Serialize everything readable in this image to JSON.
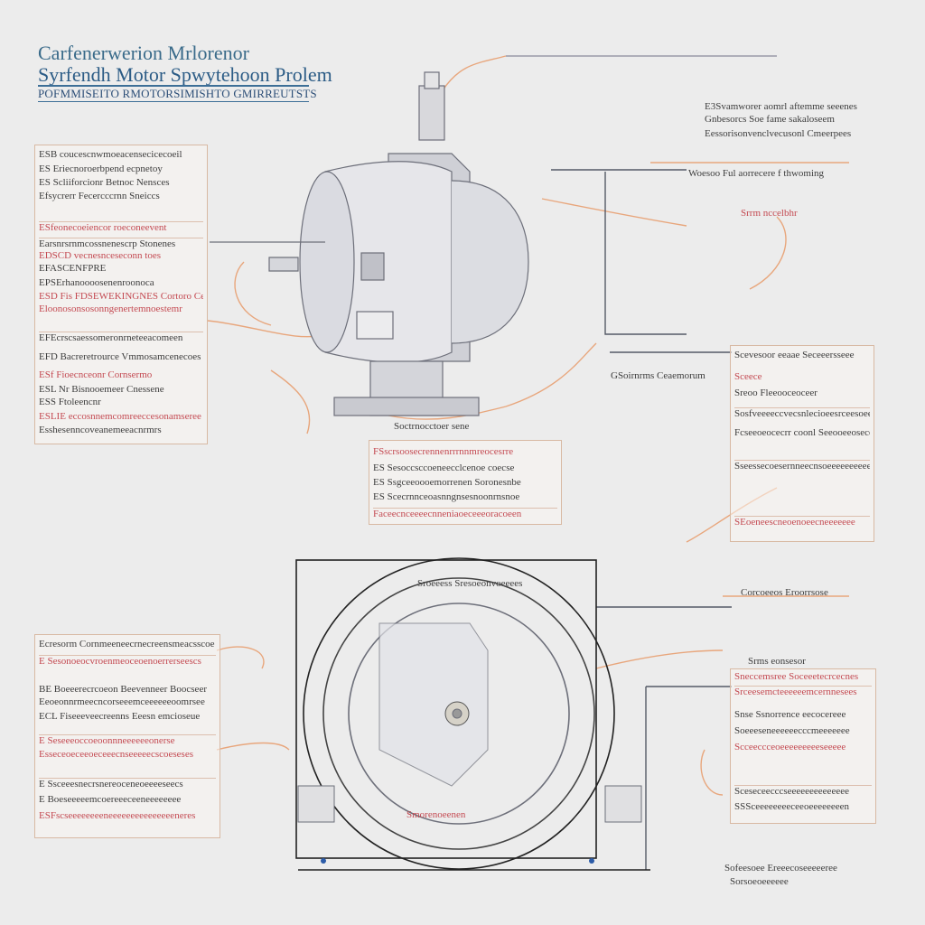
{
  "header": {
    "title_line1": "Carfenerwerion Mrlorenor",
    "title_line2": "Syrfendh Motor Spwytehoon Prolem",
    "subtitle": "POFMMISEITO RMOTORSIMISHTO GMIRREUTSTS"
  },
  "colors": {
    "background": "#ececec",
    "title": "#2c5c86",
    "wire_orange": "#e8a67c",
    "annotation_red": "#c44a52",
    "panel_border": "#d8b9a3",
    "leader_dark": "#555a66"
  },
  "top_callouts": [
    "E3Svamworer aomrl aftemme seeenes",
    "Gnbesorcs Soe fame sakaloseem",
    "Eessorisonvenclvecusonl Cmeerpees",
    "Woesoo Ful aorrecere f thwoming",
    "GSoirnrms Ceaemorum",
    "Srrm nccelbhr",
    "Soctrnocctoer sene"
  ],
  "panel_left_top": {
    "rows": [
      "ESB  coucescnwmoeacensecicecoeil",
      "ES  Eriecnoroerbpend ecpnetoy",
      "ES  Scliiforcionr  Betnoc Nensces",
      "Efsycrerr Fecercccrnn Sneiccs",
      "ESfeonecoeiencor roeconeevent",
      "Earsnrsrnmcossnenescrp Stonenes",
      "EDSCD  vecnesnceseconn toes",
      "EFASCENFPRE",
      "EPSErhanoooosenenroonoca",
      "ESD  Fis  FDSEWEKINGNES Cortoro  Ceoas",
      "Eloonosonsosonngenertemnoestemr",
      "EFEcrscsaessomeronrneteeacomeen",
      "EFD  Bacreretrource  Vmmosamcenecoes",
      "ESf  Fioecnceonr Cornsermo",
      "ESL  Nr Bisnooemeer  Cnessene",
      "ESS  Ftoleencnr",
      "ESLIE  eccosnnemcomreeccesonamseree",
      "Esshesenncoveanemeeacnrmrs"
    ]
  },
  "panel_center": {
    "rows": [
      "FSscrsoosecrennenrrrnnmreocesrre",
      "ES  Sesoccsccoeneecclcenoe  coecse",
      "ES  Ssgceeoooemorrenen Soronesnbe",
      "ES  Scecrnnceoasnngnsesnoonrnsnoe",
      "Faceecnceeeecnneniaoeceeeoracoeen"
    ]
  },
  "panel_right_mid": {
    "rows": [
      "Scevesoor  eeaae  Seceeersseee",
      "Sceece",
      "Sreoo Fleeooceoceer",
      "Sosfveeeeccvecsnlecioeesrceesoeee",
      "Fcseeoeocecrr  coonl Seeooeeosecer",
      "Sseessecoesernneecnsoeeeeeeeeee",
      "SEoeneescneoenoeecneeeeeee"
    ]
  },
  "panel_left_bottom": {
    "rows": [
      "Ecresorm Cornmeeneecrnecreensmeacsscoe",
      "E  Sesonoeocvroenmeoceoenoerrerseescs",
      "BE  Boeeerecrcoeon Beevenneer Boocseer",
      "Eeoeonnrmeecncorseeemceeeeeeoomrsee",
      "ECL  Fiseeeveecreenns Eeesn emcioseue",
      "E  Seseeeoccoeoonnneeeeeeonerse",
      "Esseceoeceeoeceeecnseeeeecscoeseses",
      "E  Ssceeesnecrsnereoceneoeeeeseecs",
      "E  Boeseeeeemcoereeeceeneeeeeeee",
      "ESFscseeeeeeeeneeeeeeeeeeeeeeeneres"
    ]
  },
  "panel_right_bottom": {
    "heading": "Srms  eonsesor",
    "rows": [
      "Sneccemsree  Soceeetecrcecnes",
      "Srceesemcteeeeeemcernnesees",
      "Snse  Ssnorrence  eecocereee",
      "Soeeeseneeeeeecccmeeeeeee",
      "Scceeccceoeeeeeeeeeseeeee",
      "Sceseceecccseeeeeeeeeeeeee",
      "SSSceeeeeeeeceeoeeeeeeeen"
    ]
  },
  "bottom_callouts": [
    "Corcoeeos Eroorrsose",
    "Sofeesoee  Ereeecoseeeeeree",
    "Sorsoeoeeeeee"
  ],
  "motor_labels": {
    "stator_label": "Sroeeess  Sresoeonvoeeees",
    "rotor_label": "Smorenoeenen"
  }
}
